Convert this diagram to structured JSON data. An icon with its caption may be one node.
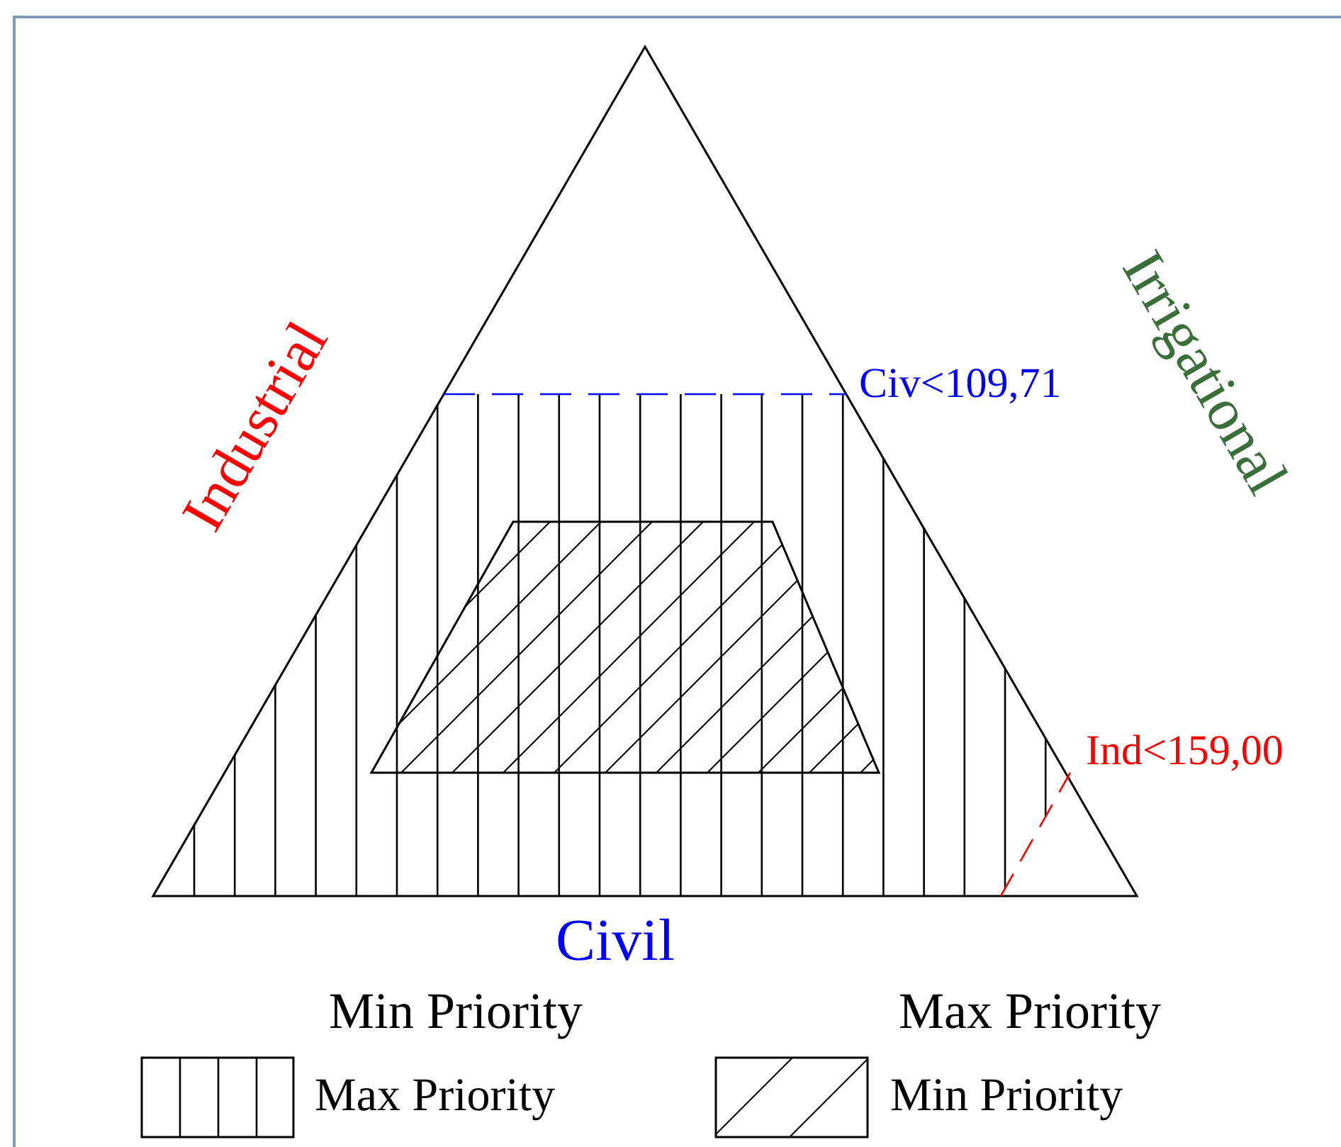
{
  "diagram": {
    "labels": [
      "Industrial",
      "Irrigational",
      "Civ<109,71",
      "Ind<159,00",
      "Civil",
      "Min Priority",
      "Max Priority"
    ],
    "legend": [
      {
        "text": "Max Priority"
      },
      {
        "text": "Min Priority"
      }
    ]
  }
}
